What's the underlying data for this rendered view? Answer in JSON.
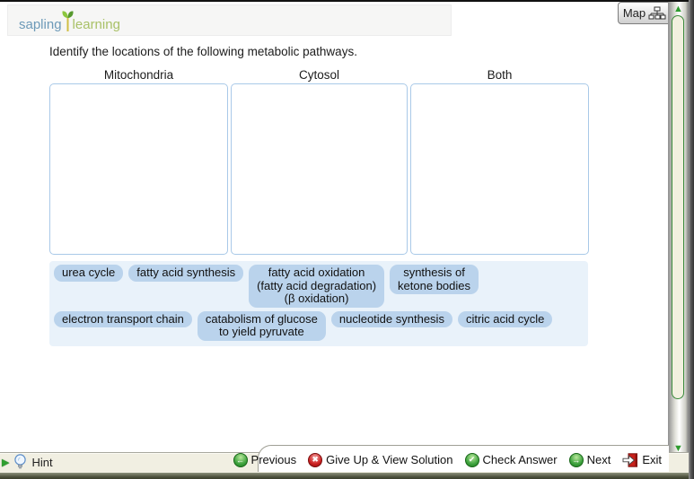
{
  "brand": {
    "name_part1": "sapling",
    "name_part2": "learning"
  },
  "map_button": {
    "label": "Map"
  },
  "question": "Identify the locations of the following metabolic pathways.",
  "bins": [
    {
      "label": "Mitochondria"
    },
    {
      "label": "Cytosol"
    },
    {
      "label": "Both"
    }
  ],
  "chips": {
    "row1": [
      {
        "id": "urea-cycle",
        "lines": [
          "urea cycle"
        ]
      },
      {
        "id": "fatty-acid-synthesis",
        "lines": [
          "fatty acid synthesis"
        ]
      },
      {
        "id": "fatty-acid-oxidation",
        "lines": [
          "fatty acid oxidation",
          "(fatty acid degradation)",
          "(β oxidation)"
        ]
      },
      {
        "id": "synthesis-of-ketone-bodies",
        "lines": [
          "synthesis of",
          "ketone bodies"
        ]
      }
    ],
    "row2": [
      {
        "id": "electron-transport-chain",
        "lines": [
          "electron transport chain"
        ]
      },
      {
        "id": "catabolism-of-glucose",
        "lines": [
          "catabolism of glucose",
          "to yield pyruvate"
        ]
      },
      {
        "id": "nucleotide-synthesis",
        "lines": [
          "nucleotide synthesis"
        ]
      },
      {
        "id": "citric-acid-cycle",
        "lines": [
          "citric acid cycle"
        ]
      }
    ]
  },
  "toolbar": {
    "hint": "Hint",
    "previous": "Previous",
    "give_up": "Give Up & View Solution",
    "check": "Check Answer",
    "next": "Next",
    "exit": "Exit"
  },
  "icon_glyphs": {
    "prev": "←",
    "next": "→",
    "check": "✔",
    "give_up": "✖",
    "sb_up": "▲",
    "sb_down": "▼",
    "play": "▶"
  },
  "colors": {
    "chip_bg": "#bad3ec",
    "chip_panel_bg": "#e9f2fa",
    "dropzone_border": "#a9c9e8",
    "green_button": "#3fa33f",
    "red_button": "#cc2020",
    "brand_blue": "#6d9ab8",
    "brand_green": "#a9c167",
    "toolbar_beige": "#f1efe2"
  }
}
